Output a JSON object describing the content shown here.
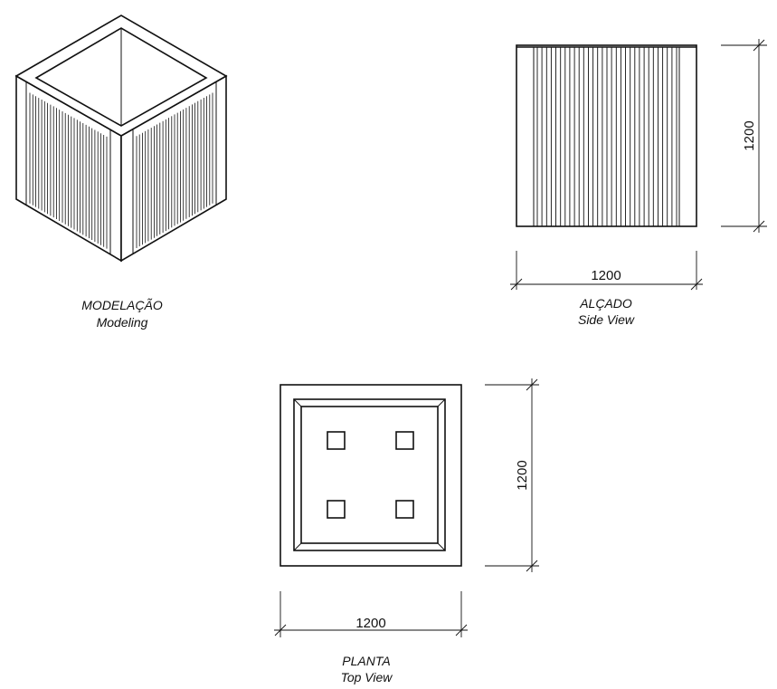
{
  "views": {
    "modeling": {
      "title": "MODELAÇÃO",
      "subtitle": "Modeling"
    },
    "side": {
      "title": "ALÇADO",
      "subtitle": "Side View",
      "width_dim": "1200",
      "height_dim": "1200"
    },
    "top": {
      "title": "PLANTA",
      "subtitle": "Top View",
      "width_dim": "1200",
      "height_dim": "1200"
    }
  },
  "colors": {
    "line": "#111111",
    "background": "#ffffff"
  }
}
